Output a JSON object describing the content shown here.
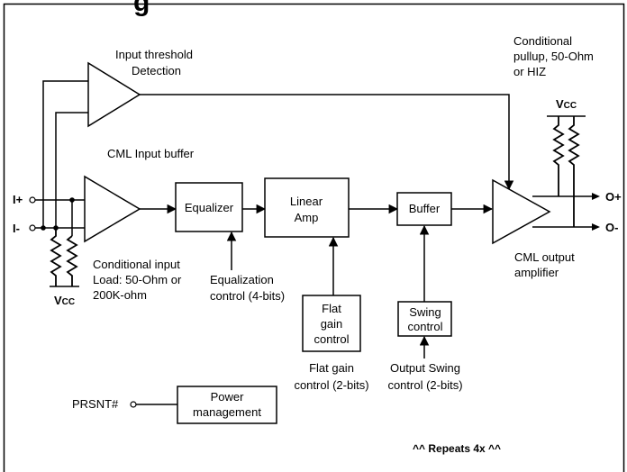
{
  "heading_fragment": "g",
  "labels": {
    "input_threshold_1": "Input threshold",
    "input_threshold_2": "Detection",
    "cml_input_buffer": "CML Input buffer",
    "i_plus": "I+",
    "i_minus": "I-",
    "vcc_left_main": "V",
    "vcc_left_sub": "CC",
    "cond_input_1": "Conditional input",
    "cond_input_2": "Load: 50-Ohm or",
    "cond_input_3": "200K-ohm",
    "equalizer": "Equalizer",
    "eq_control_1": "Equalization",
    "eq_control_2": "control (4-bits)",
    "linear_amp_1": "Linear",
    "linear_amp_2": "Amp",
    "flat_gain_box_1": "Flat",
    "flat_gain_box_2": "gain",
    "flat_gain_box_3": "control",
    "flat_gain_ctrl_1": "Flat gain",
    "flat_gain_ctrl_2": "control (2-bits)",
    "buffer": "Buffer",
    "swing_box_1": "Swing",
    "swing_box_2": "control",
    "output_swing_1": "Output Swing",
    "output_swing_2": "control (2-bits)",
    "cond_pullup_1": "Conditional",
    "cond_pullup_2": "pullup, 50-Ohm",
    "cond_pullup_3": "or HIZ",
    "vcc_right_main": "V",
    "vcc_right_sub": "CC",
    "o_plus": "O+",
    "o_minus": "O-",
    "cml_output_1": "CML output",
    "cml_output_2": "amplifier",
    "prsnt": "PRSNT#",
    "power_mgmt_1": "Power",
    "power_mgmt_2": "management",
    "repeats": "^^ Repeats 4x ^^"
  }
}
